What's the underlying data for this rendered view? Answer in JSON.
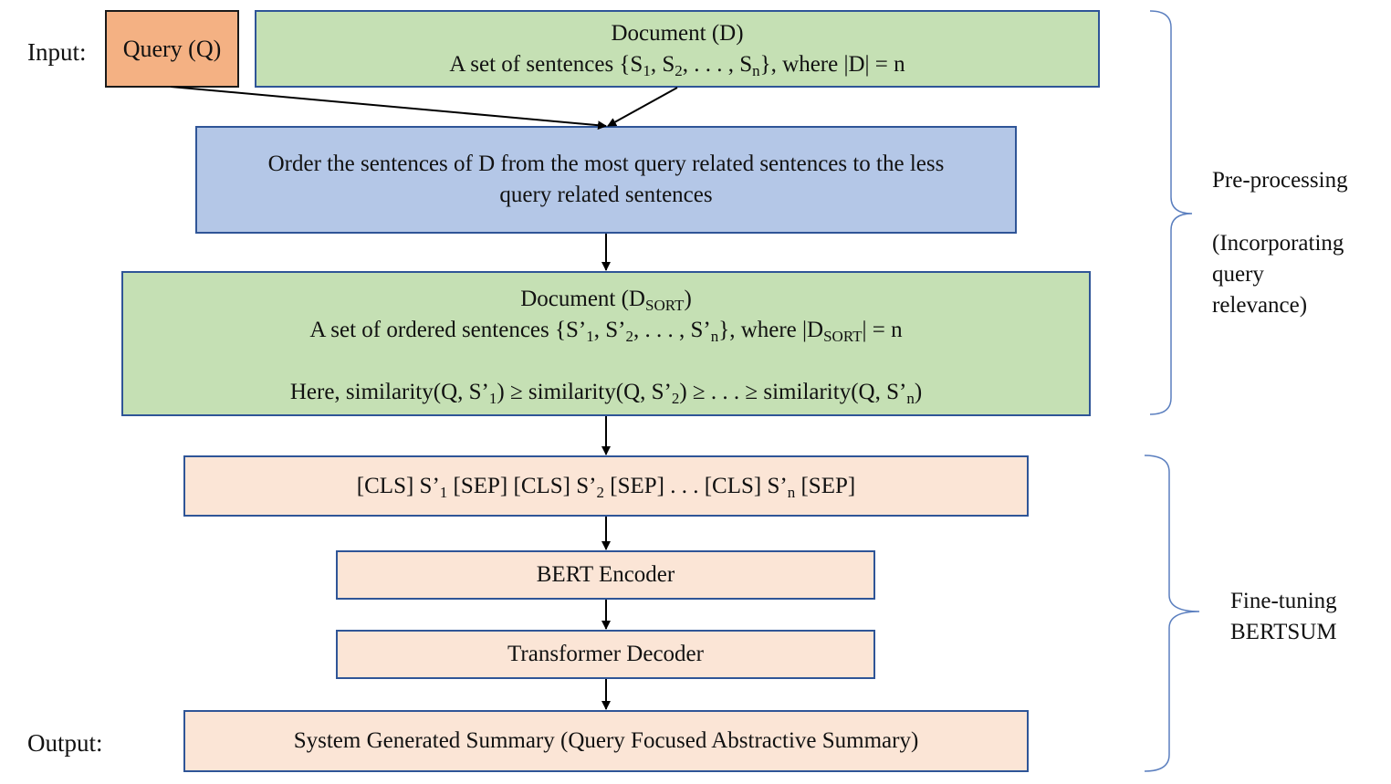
{
  "labels": {
    "input": "Input:",
    "output": "Output:"
  },
  "query_box": {
    "text": "Query (Q)"
  },
  "document_box": {
    "title": "Document (D)",
    "line2_prefix": "A set of sentences {S",
    "sub1": "1",
    "sep1": ", S",
    "sub2": "2",
    "sep2": ", . . . , S",
    "subn": "n",
    "line2_suffix": "}, where |D| = n"
  },
  "order_box": {
    "line1": "Order the sentences of D from the most query related sentences to the less",
    "line2": "query related sentences"
  },
  "sorted_box": {
    "title_prefix": "Document (D",
    "title_sub": "SORT",
    "title_suffix": ")",
    "line2_prefix": "A set of ordered sentences {S’",
    "l2_sub1": "1",
    "l2_sep1": ", S’",
    "l2_sub2": "2",
    "l2_sep2": ", . . . , S’",
    "l2_subn": "n",
    "l2_mid": "}, where |D",
    "l2_sub_sort": "SORT",
    "l2_suffix": "| = n",
    "line3_prefix": "Here, similarity(Q, S’",
    "l3_sub1": "1",
    "l3_sep1": ") ≥ similarity(Q, S’",
    "l3_sub2": "2",
    "l3_sep2": ") ≥ . . . ≥ similarity(Q, S’",
    "l3_subn": "n",
    "l3_suffix": ")"
  },
  "input_seq_box": {
    "p1": "[CLS] S’",
    "sub1": "1",
    "p2": " [SEP] [CLS] S’",
    "sub2": "2",
    "p3": " [SEP] . . . [CLS] S’",
    "subn": "n",
    "p4": " [SEP]"
  },
  "encoder_box": {
    "text": "BERT Encoder"
  },
  "decoder_box": {
    "text": "Transformer Decoder"
  },
  "summary_box": {
    "text": "System Generated Summary (Query Focused Abstractive Summary)"
  },
  "side_labels": {
    "preprocessing": "Pre-processing",
    "incorporating_1": "(Incorporating",
    "incorporating_2": "query",
    "incorporating_3": "relevance)",
    "finetuning_1": "Fine-tuning",
    "finetuning_2": "BERTSUM"
  },
  "colors": {
    "green_fill": "#c5e0b4",
    "blue_fill": "#b4c7e7",
    "peach_fill": "#fbe5d6",
    "orange_fill": "#f4b183",
    "box_border": "#2f5597",
    "brace": "#5b7fbf"
  }
}
